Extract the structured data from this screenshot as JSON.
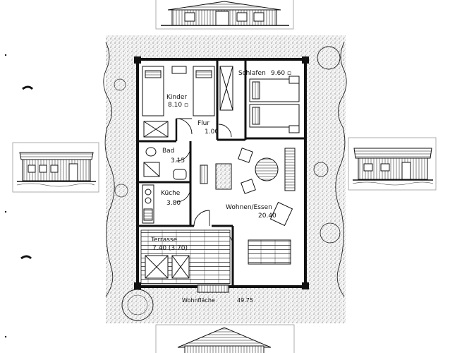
{
  "rooms": {
    "kinder": {
      "name": "Kinder",
      "area": "8.10 ▫"
    },
    "schlafen": {
      "name": "Schlafen",
      "area": "9.60 ▫"
    },
    "flur": {
      "name": "Flur",
      "area": "1.00"
    },
    "bad": {
      "name": "Bad",
      "area": "3.15"
    },
    "kueche": {
      "name": "Küche",
      "area": "3.80"
    },
    "wohnen": {
      "name": "Wohnen/Essen",
      "area": "20.40"
    },
    "terrasse": {
      "name": "Terrasse",
      "area": "7.40 (3.70)"
    }
  },
  "total": {
    "label": "Wohnfläche",
    "value": "49.75"
  },
  "colors": {
    "ink": "#111111",
    "paper": "#ffffff",
    "hatch": "#8a8a8a"
  }
}
